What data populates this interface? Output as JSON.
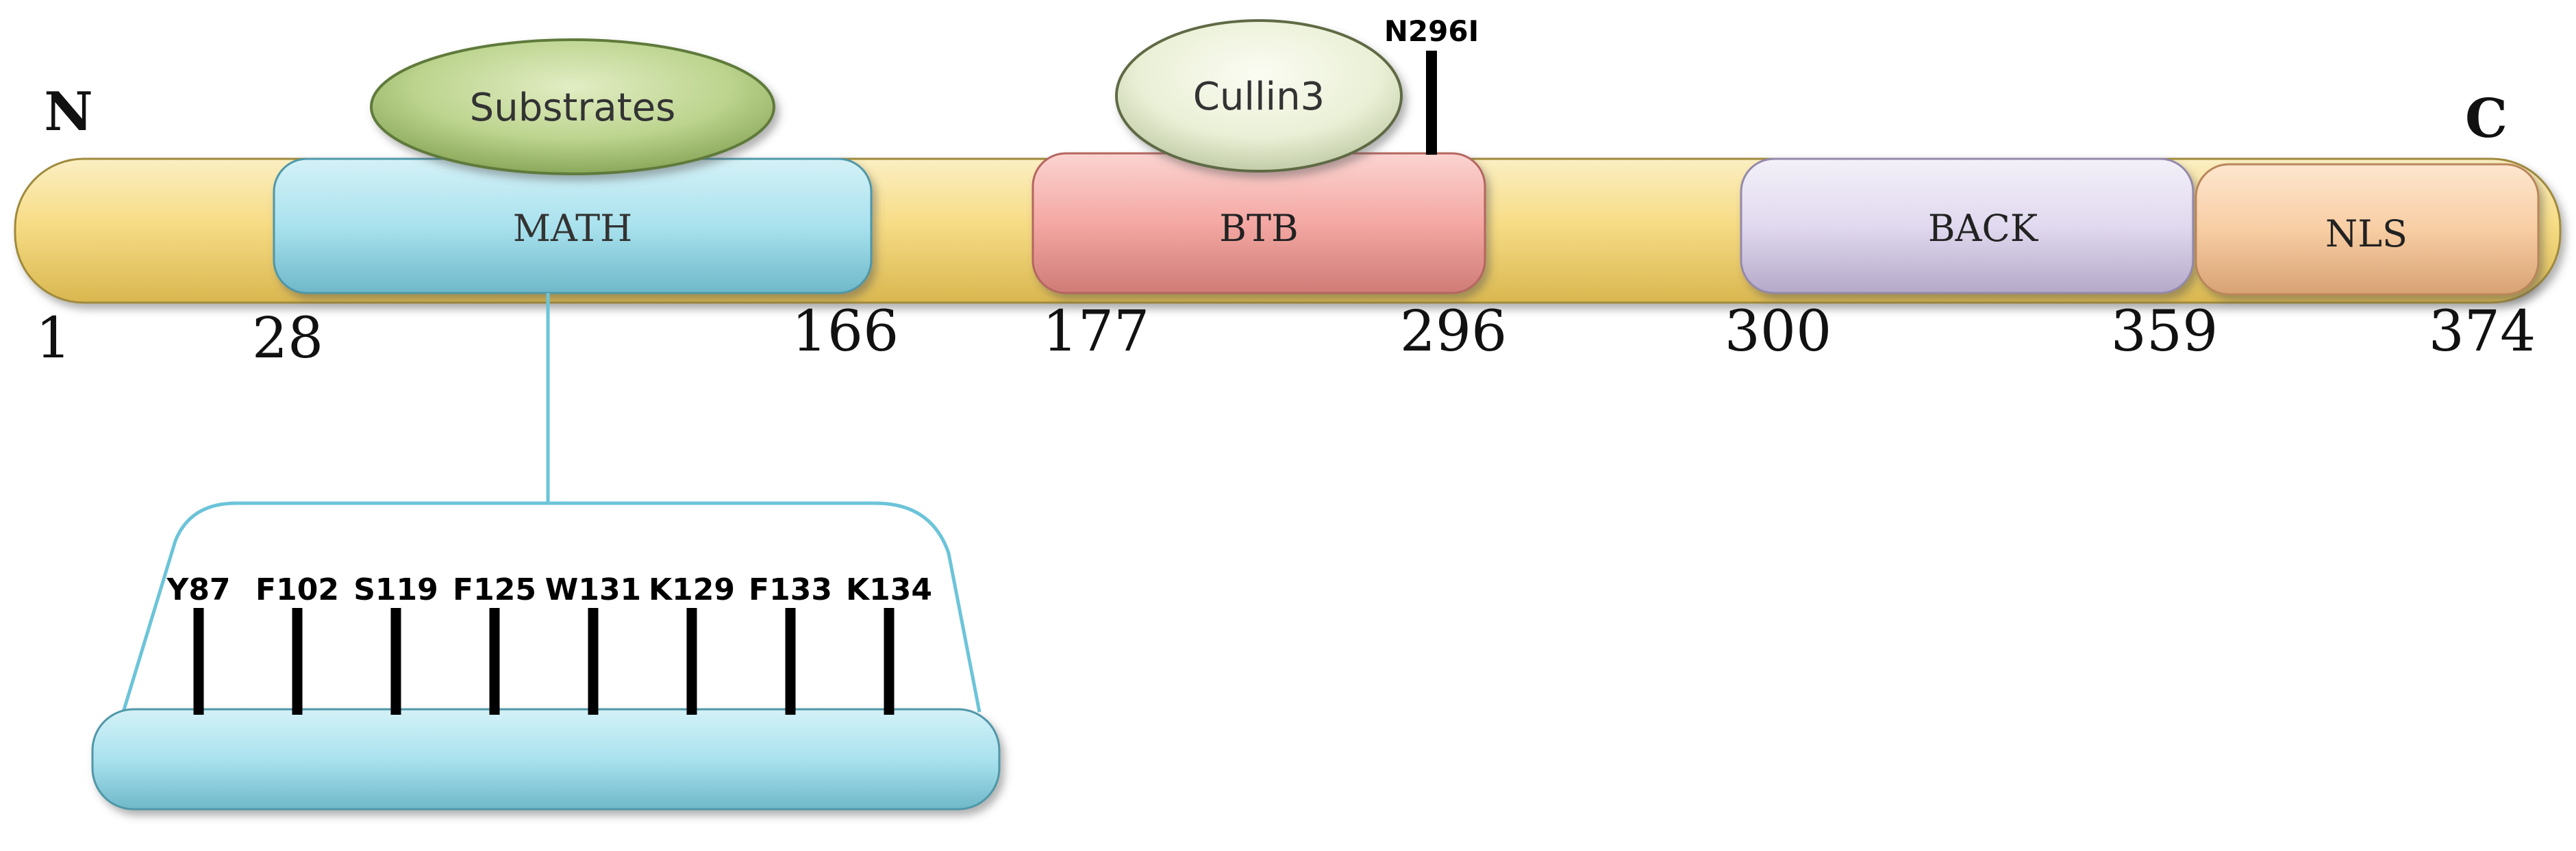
{
  "terminals": {
    "n": "N",
    "c": "C"
  },
  "domains": {
    "math": {
      "label": "MATH"
    },
    "btb": {
      "label": "BTB"
    },
    "back": {
      "label": "BACK"
    },
    "nls": {
      "label": "NLS"
    }
  },
  "binding_partners": {
    "substrates": "Substrates",
    "cullin3": "Cullin3"
  },
  "positions": [
    "1",
    "28",
    "166",
    "177",
    "296",
    "300",
    "359",
    "374"
  ],
  "mutations": {
    "btb": "N296I",
    "math": [
      "Y87",
      "F102",
      "S119",
      "F125",
      "W131",
      "K129",
      "F133",
      "K134"
    ]
  },
  "colors": {
    "backbone": "#f7dd8c",
    "math": "#a9e2ee",
    "btb": "#f5a9a5",
    "back": "#e2dbef",
    "nls": "#f9cfa7",
    "substrates": "#b8d38a",
    "cullin3": "#eef2dc"
  }
}
